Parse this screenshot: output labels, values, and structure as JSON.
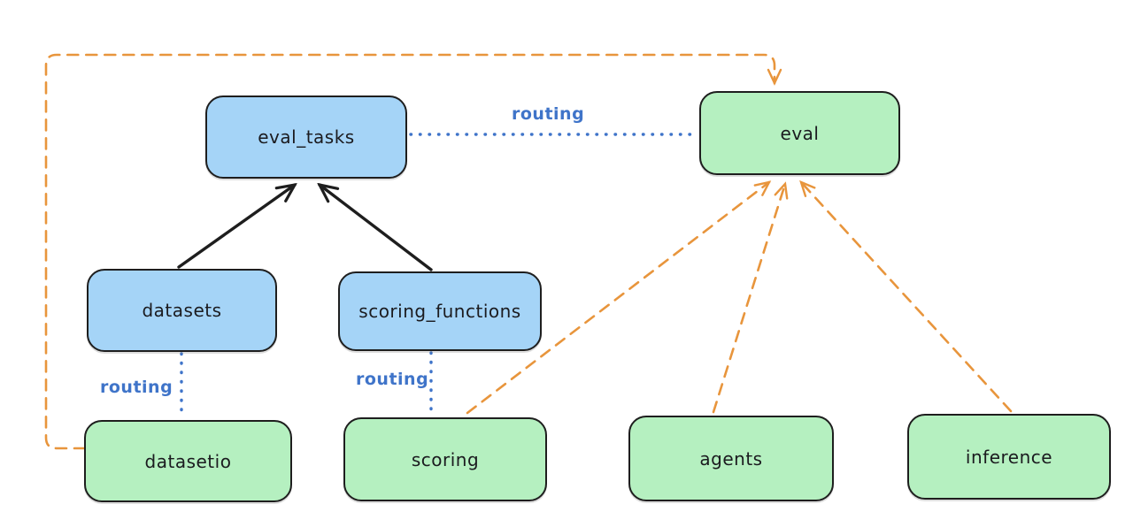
{
  "diagram": {
    "background_color": "#ffffff",
    "colors": {
      "registry_fill": "#a5d4f7",
      "api_fill": "#b5f0c0",
      "stroke": "#1e1e1e",
      "routing_blue": "#3f74c9",
      "provider_orange": "#e8953c"
    },
    "nodes": [
      {
        "id": "eval_tasks",
        "label": "eval_tasks",
        "style": "blue-registry"
      },
      {
        "id": "eval",
        "label": "eval",
        "style": "green-api"
      },
      {
        "id": "datasets",
        "label": "datasets",
        "style": "blue-registry"
      },
      {
        "id": "scoring_functions",
        "label": "scoring_functions",
        "style": "blue-registry"
      },
      {
        "id": "datasetio",
        "label": "datasetio",
        "style": "green-api"
      },
      {
        "id": "scoring",
        "label": "scoring",
        "style": "green-api"
      },
      {
        "id": "agents",
        "label": "agents",
        "style": "green-api"
      },
      {
        "id": "inference",
        "label": "inference",
        "style": "green-api"
      }
    ],
    "edges": [
      {
        "from": "datasets",
        "to": "eval_tasks",
        "style": "solid-black-arrow",
        "label": ""
      },
      {
        "from": "scoring_functions",
        "to": "eval_tasks",
        "style": "solid-black-arrow",
        "label": ""
      },
      {
        "from": "eval_tasks",
        "to": "eval",
        "style": "dotted-blue",
        "label": "routing"
      },
      {
        "from": "datasets",
        "to": "datasetio",
        "style": "dotted-blue",
        "label": "routing"
      },
      {
        "from": "scoring_functions",
        "to": "scoring",
        "style": "dotted-blue",
        "label": "routing"
      },
      {
        "from": "datasetio",
        "to": "eval",
        "style": "dashed-orange-arrow",
        "label": ""
      },
      {
        "from": "scoring",
        "to": "eval",
        "style": "dashed-orange-arrow",
        "label": ""
      },
      {
        "from": "agents",
        "to": "eval",
        "style": "dashed-orange-arrow",
        "label": ""
      },
      {
        "from": "inference",
        "to": "eval",
        "style": "dashed-orange-arrow",
        "label": ""
      }
    ]
  }
}
